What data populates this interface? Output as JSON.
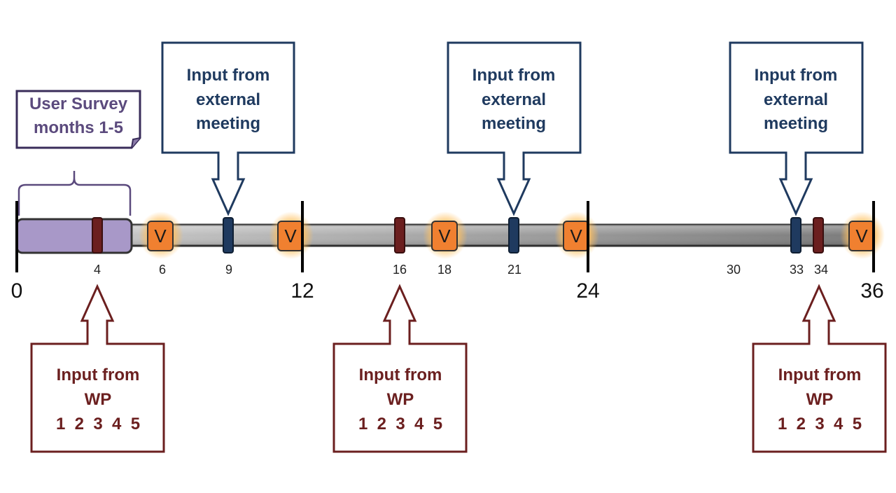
{
  "timeline": {
    "major_labels": [
      "0",
      "12",
      "24",
      "36"
    ],
    "minor_labels": [
      "4",
      "6",
      "9",
      "16",
      "18",
      "21",
      "30",
      "33",
      "34"
    ]
  },
  "survey": {
    "line1": "User Survey",
    "line2": "months 1-5"
  },
  "external_meetings": [
    {
      "line1": "Input from",
      "line2": "external",
      "line3": "meeting"
    },
    {
      "line1": "Input from",
      "line2": "external",
      "line3": "meeting"
    },
    {
      "line1": "Input from",
      "line2": "external",
      "line3": "meeting"
    }
  ],
  "wp_inputs": [
    {
      "line1": "Input from",
      "line2": "WP",
      "line3": "1  2  3  4  5"
    },
    {
      "line1": "Input from",
      "line2": "WP",
      "line3": "1  2  3  4  5"
    },
    {
      "line1": "Input from",
      "line2": "WP",
      "line3": "1  2  3  4  5"
    }
  ],
  "validation_marker": "V",
  "colors": {
    "survey_fill": "#a898c8",
    "survey_border": "#5b4a7d",
    "meeting_color": "#1f3a5f",
    "wp_color": "#6b1f1f",
    "validation_fill": "#f08030",
    "validation_glow": "#ffc060"
  }
}
